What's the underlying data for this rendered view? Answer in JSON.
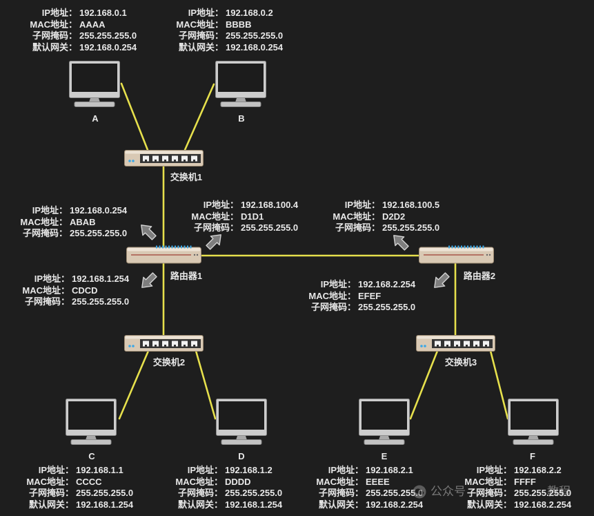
{
  "labels": {
    "ip": "IP地址：",
    "mac": "MAC地址：",
    "mask": "子网掩码：",
    "gw": "默认网关："
  },
  "hosts": [
    {
      "name": "A",
      "ip": "192.168.0.1",
      "mac": "AAAA",
      "mask": "255.255.255.0",
      "gateway": "192.168.0.254"
    },
    {
      "name": "B",
      "ip": "192.168.0.2",
      "mac": "BBBB",
      "mask": "255.255.255.0",
      "gateway": "192.168.0.254"
    },
    {
      "name": "C",
      "ip": "192.168.1.1",
      "mac": "CCCC",
      "mask": "255.255.255.0",
      "gateway": "192.168.1.254"
    },
    {
      "name": "D",
      "ip": "192.168.1.2",
      "mac": "DDDD",
      "mask": "255.255.255.0",
      "gateway": "192.168.1.254"
    },
    {
      "name": "E",
      "ip": "192.168.2.1",
      "mac": "EEEE",
      "mask": "255.255.255.0",
      "gateway": "192.168.2.254"
    },
    {
      "name": "F",
      "ip": "192.168.2.2",
      "mac": "FFFF",
      "mask": "255.255.255.0",
      "gateway": "192.168.2.254"
    }
  ],
  "switches": [
    {
      "label": "交换机1"
    },
    {
      "label": "交换机2"
    },
    {
      "label": "交换机3"
    }
  ],
  "routers": [
    {
      "label": "路由器1",
      "interfaces": [
        {
          "ip": "192.168.0.254",
          "mac": "ABAB",
          "mask": "255.255.255.0"
        },
        {
          "ip": "192.168.1.254",
          "mac": "CDCD",
          "mask": "255.255.255.0"
        },
        {
          "ip": "192.168.100.4",
          "mac": "D1D1",
          "mask": "255.255.255.0"
        }
      ]
    },
    {
      "label": "路由器2",
      "interfaces": [
        {
          "ip": "192.168.100.5",
          "mac": "D2D2",
          "mask": "255.255.255.0"
        },
        {
          "ip": "192.168.2.254",
          "mac": "EFEF",
          "mask": "255.255.255.0"
        }
      ]
    }
  ],
  "colors": {
    "background": "#1e1e1e",
    "link": "#e6e04c",
    "text": "#e8e8e8",
    "device_body": "#d9c9b4",
    "led": "#3ba7e6",
    "arrow": "#7e7e7e"
  },
  "icons": {
    "host": "monitor-icon",
    "switch": "switch-icon",
    "router": "router-icon",
    "interface_pointer": "arrow-icon",
    "watermark": "wechat-icon"
  },
  "watermark": {
    "text_start": "公众号",
    "text_end": "教程"
  }
}
